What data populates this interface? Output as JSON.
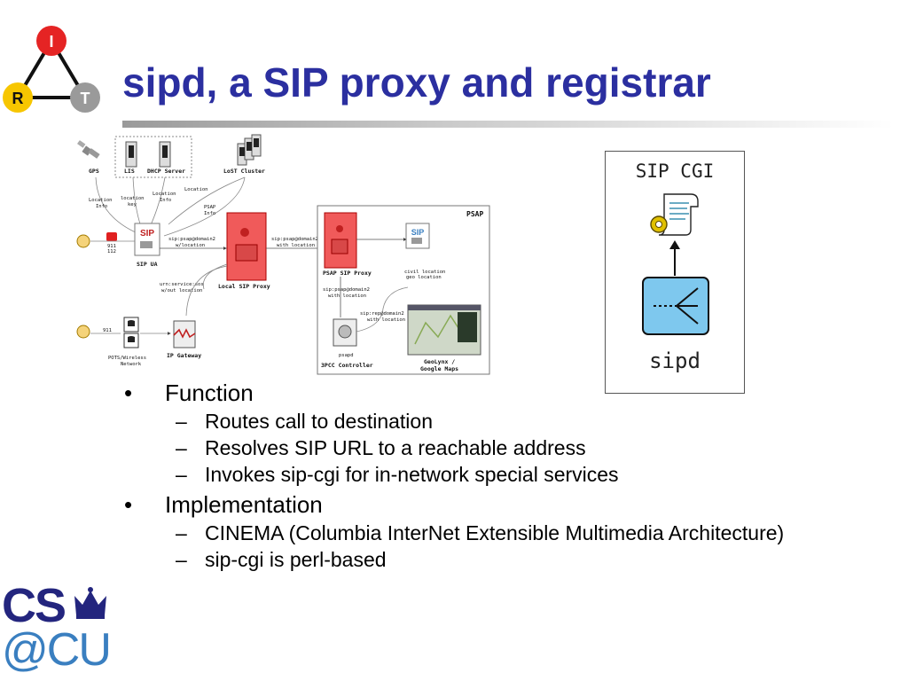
{
  "slide": {
    "title": "sipd, a SIP proxy and registrar",
    "logo_irt": {
      "top": "I",
      "left": "R",
      "right": "T"
    },
    "logo_cs": {
      "line1": "CS",
      "line2": "@CU"
    },
    "colors": {
      "title": "#2b2fa0",
      "proxy_red": "#f05a5a",
      "sipd_blue": "#7ec8ee"
    }
  },
  "diagram": {
    "labels": {
      "gps": "GPS",
      "lis": "LIS",
      "dhcp": "DHCP Server",
      "lost": "LoST Cluster",
      "location_info_1": "Location",
      "location_info_1b": "Info",
      "location_key": "location",
      "location_key_b": "key",
      "location_info_2": "Location",
      "location_info_2b": "Info",
      "location_3": "Location",
      "psap_info": "PSAP",
      "psap_info_b": "Info",
      "num_911": "911",
      "num_112": "112",
      "sip_ua": "SIP UA",
      "sip_psap_1": "sip:psap@domain2",
      "sip_psap_1b": "w/location",
      "sip_psap_2": "sip:psap@domain2",
      "sip_psap_2b": "with location",
      "local_proxy": "Local SIP Proxy",
      "psap": "PSAP",
      "psap_proxy": "PSAP SIP Proxy",
      "urn": "urn:service:sos",
      "urn_b": "w/out location",
      "sip_psap_3": "sip:psap@domain2",
      "sip_psap_3b": "with location",
      "civil": "civil location",
      "civil_b": "geo location",
      "sip_rep": "sip:rep@domain2",
      "sip_rep_b": "with location",
      "num_911_b": "911",
      "ip_gateway": "IP Gateway",
      "pots": "POTS/Wireless",
      "pots_b": "Network",
      "psapd": "psapd",
      "controller": "3PCC Controller",
      "geolynx": "GeoLynx /",
      "geolynx_b": "Google Maps",
      "sip_logo": "SIP"
    }
  },
  "cgi_figure": {
    "title": "SIP CGI",
    "sipd": "sipd"
  },
  "bullets": [
    {
      "label": "Function",
      "children": [
        "Routes call to destination",
        "Resolves SIP URL to a reachable address",
        "Invokes sip-cgi for in-network special services"
      ]
    },
    {
      "label": "Implementation",
      "children": [
        "CINEMA (Columbia InterNet Extensible Multimedia Architecture)",
        "sip-cgi is perl-based"
      ]
    }
  ]
}
